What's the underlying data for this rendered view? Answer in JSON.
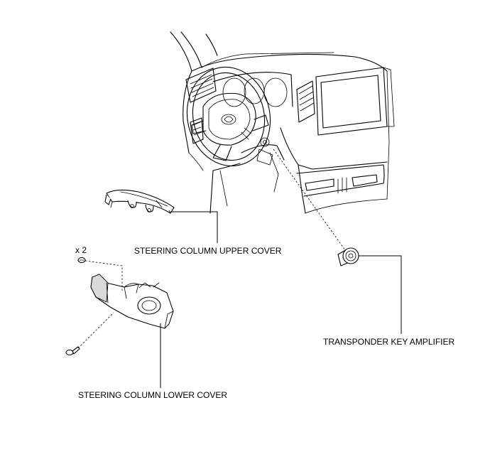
{
  "labels": {
    "upper_cover": "STEERING COLUMN UPPER COVER",
    "lower_cover": "STEERING COLUMN LOWER COVER",
    "transponder": "TRANSPONDER KEY AMPLIFIER",
    "screw_count": "x 2"
  }
}
